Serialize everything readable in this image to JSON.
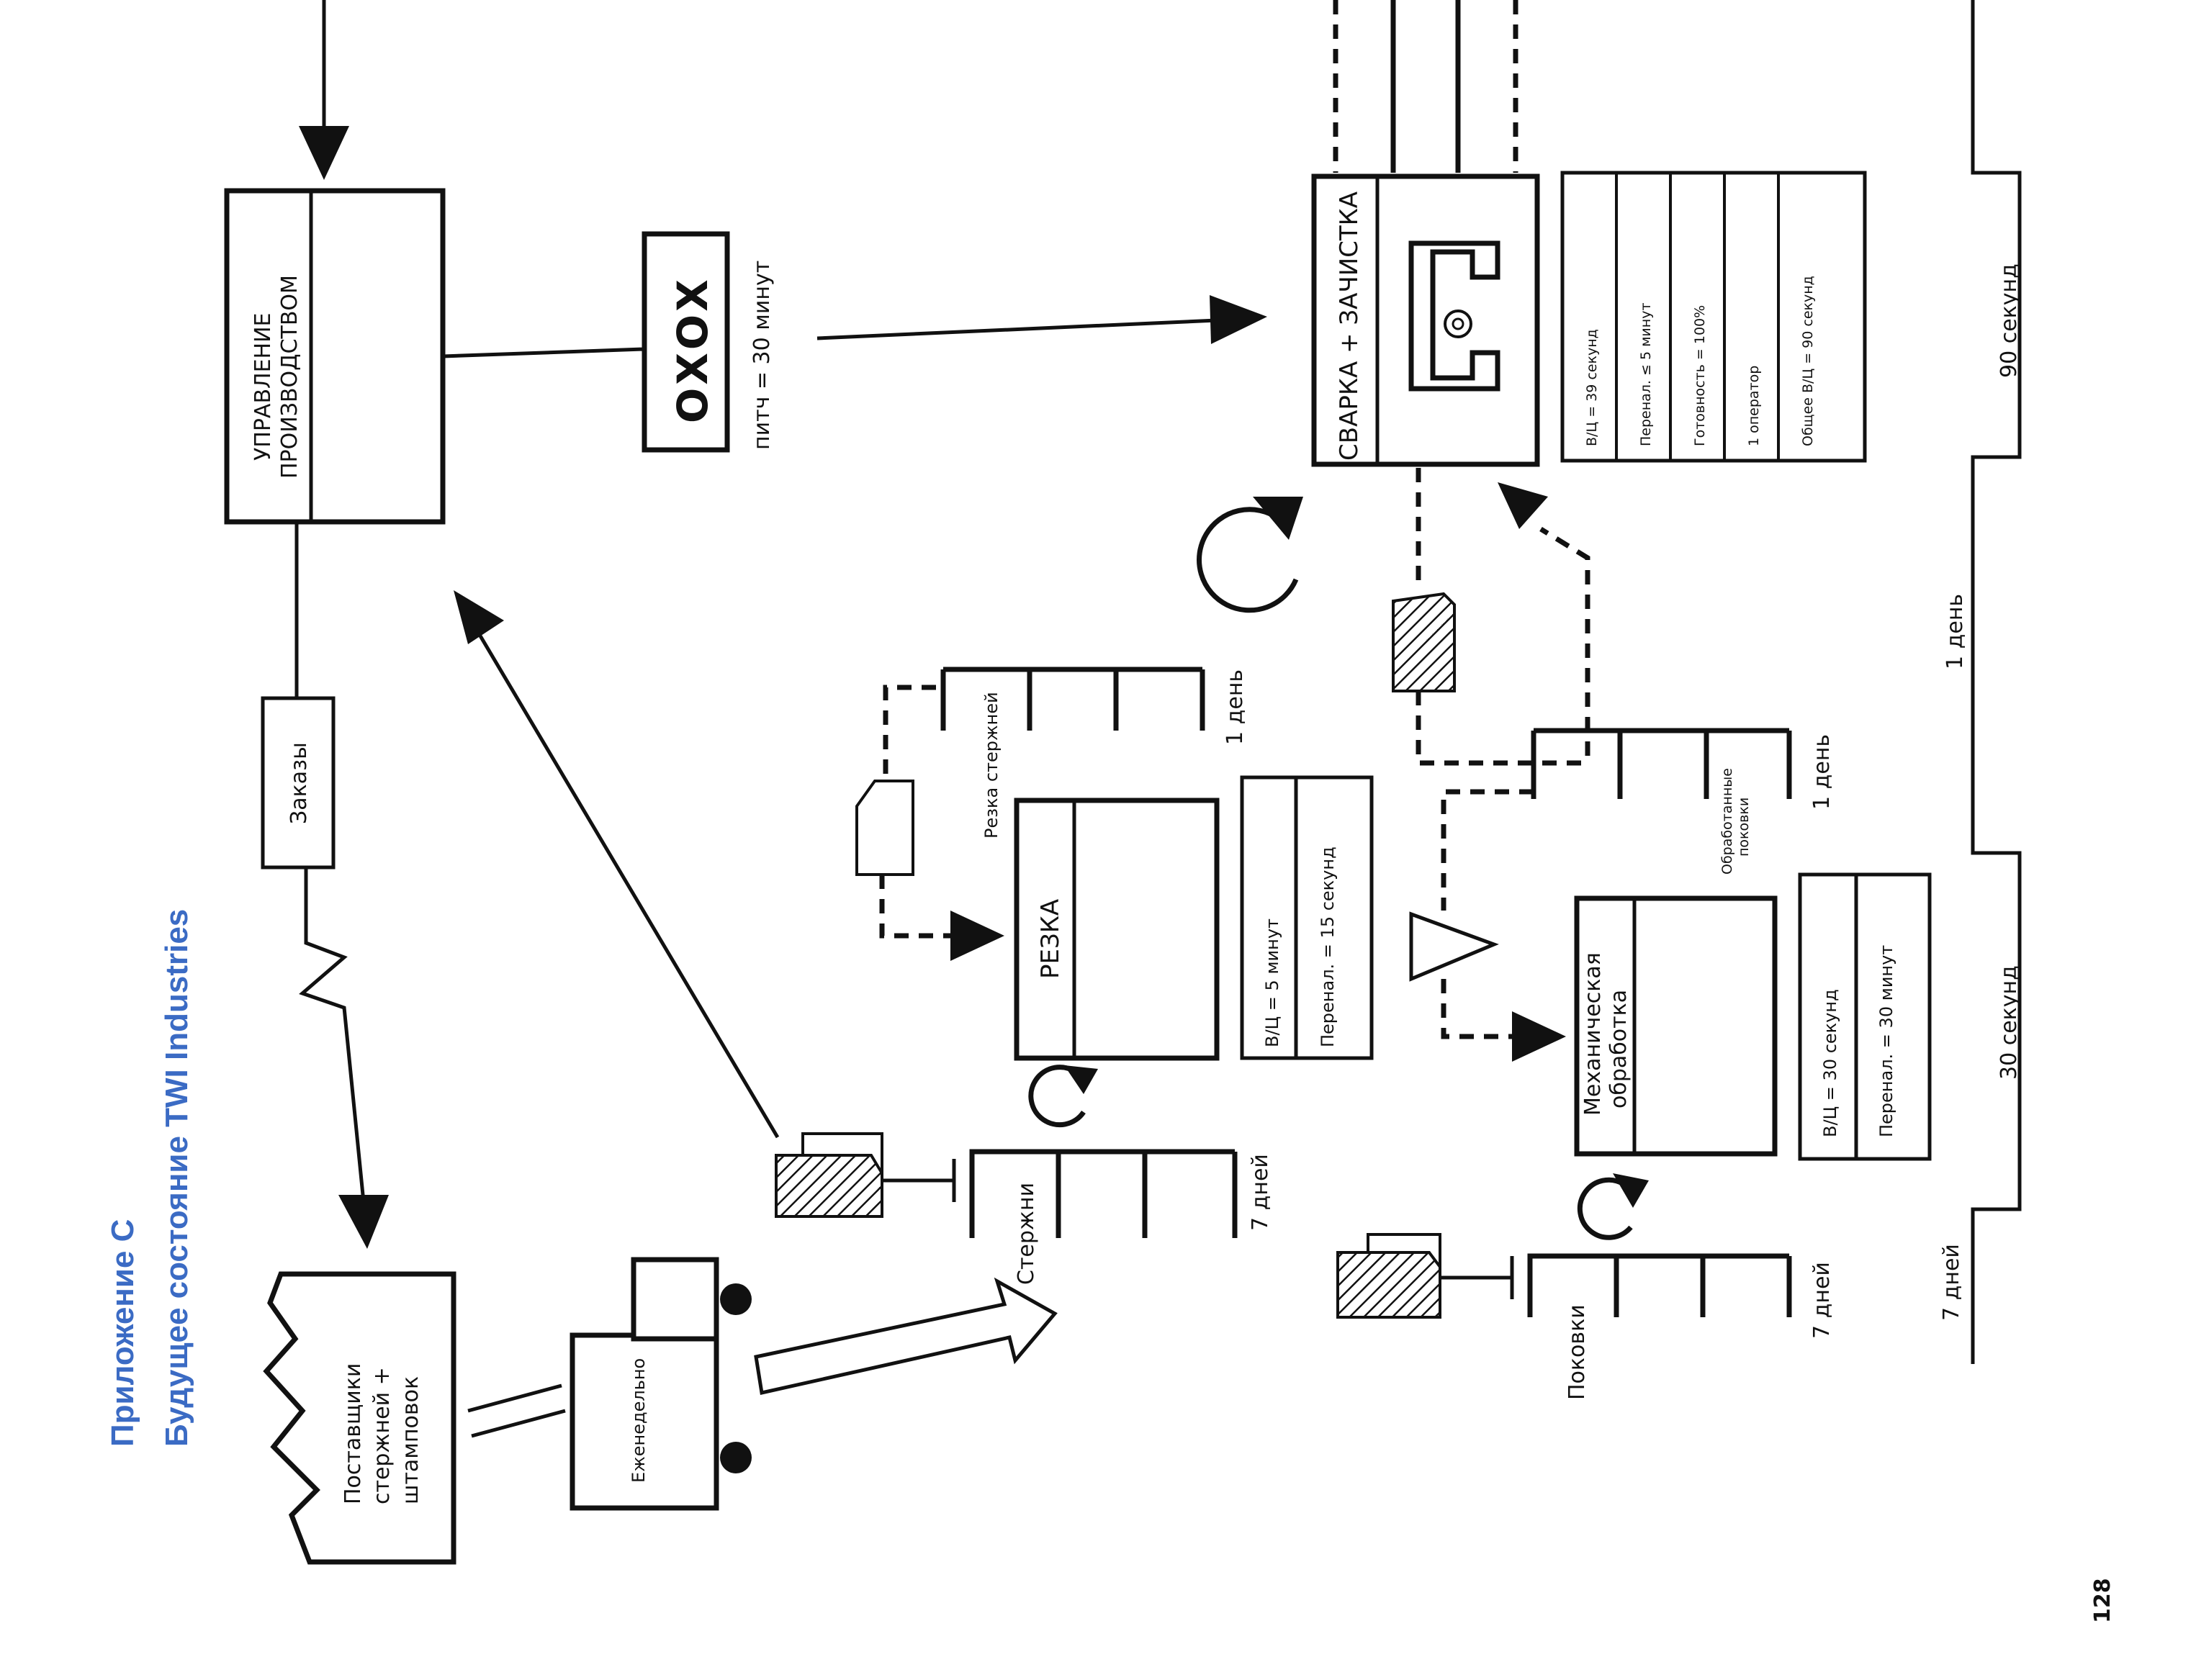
{
  "header": {
    "appendix": "Приложение С",
    "title": "Будущее состояние TWI Industries"
  },
  "page_number": "128",
  "production_control": {
    "label_line1": "УПРАВЛЕНИЕ",
    "label_line2": "ПРОИЗВОДСТВОМ"
  },
  "orders_label": "Заказы",
  "supplier": {
    "line1": "Поставщики",
    "line2": "стержней +",
    "line3": "штамповок"
  },
  "truck_label": "Еженедельно",
  "heijunka": {
    "label": "OXOX",
    "pitch": "питч = 30 минут"
  },
  "cutting": {
    "title": "РЕЗКА",
    "data": [
      "В/Ц = 5 минут",
      "Перенал. = 15 секунд"
    ]
  },
  "supermarkets": {
    "rods_label": "Стержни",
    "rods_days": "7 дней",
    "cut_rods_label": "Резка стержней",
    "cut_rods_days": "1 день",
    "forgings_label": "Поковки",
    "forgings_days": "7 дней",
    "machined_line1": "Обработанные",
    "machined_line2": "поковки",
    "machined_days": "1 день"
  },
  "machining": {
    "title_line1": "Механическая",
    "title_line2": "обработка",
    "data": [
      "В/Ц = 30 секунд",
      "Перенал. = 30 минут"
    ]
  },
  "welding": {
    "title": "СВАРКА + ЗАЧИСТКА",
    "data": [
      "В/Ц =  39 секунд",
      "Перенал.  ≤ 5 минут",
      "Готовность = 100%",
      "1 оператор",
      "Общее В/Ц = 90 секунд"
    ]
  },
  "timeline": {
    "lead_7": "7 дней",
    "proc_30": "30 секунд",
    "lead_1": "1 день",
    "proc_90": "90 секунд"
  }
}
